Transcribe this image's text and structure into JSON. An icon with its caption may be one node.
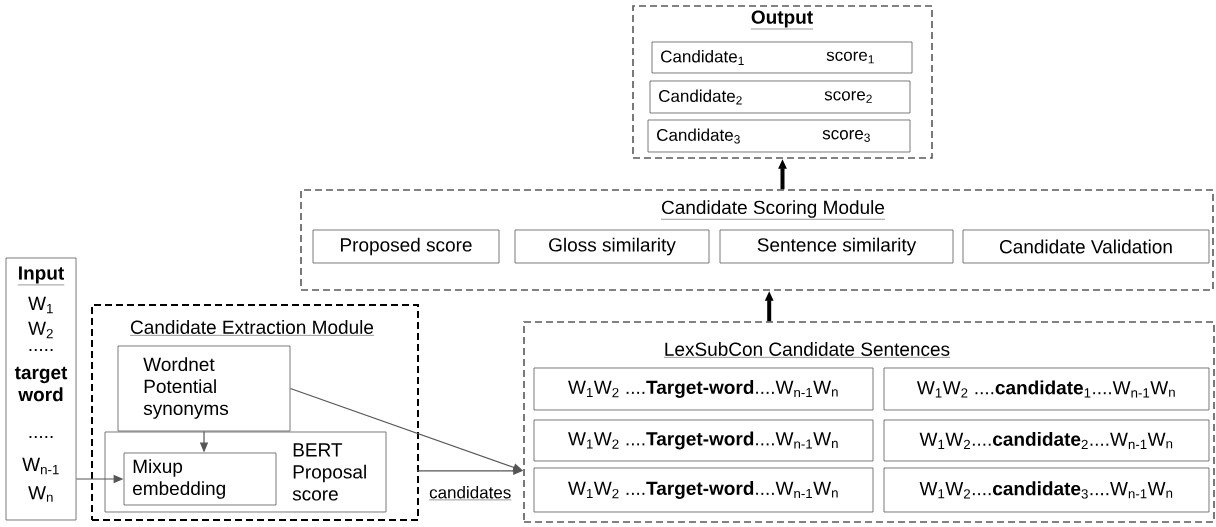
{
  "diagram": {
    "nodes": [
      {
        "text": [
          "Input",
          "W$_{1}$",
          "W$_{2}$",
          ".....",
          "target word",
          ".....",
          "W$_{n-1}$",
          "W$_{n}$"
        ]
      },
      {
        "text": [
          "Candidate Extraction Module"
        ]
      },
      {
        "text": [
          "Wordnet Potential synonyms"
        ],
        "in": 1
      },
      {
        "text": [
          "BERT Proposal score"
        ],
        "in": 1
      },
      {
        "text": [
          "Mixup embedding"
        ],
        "in": 3
      },
      {
        "text": [
          "LexSubCon  Candidate  Sentences"
        ]
      },
      {
        "text": [
          "W$_{1}$W$_{2}$ ....**Target-word**....W$_{n-1}$W$_{n}$"
        ],
        "in": 5
      },
      {
        "text": [
          "W$_{1}$W$_{2}$ ....**candidate**$_{1}$....W$_{n-1}$W$_{n}$"
        ],
        "in": 5
      },
      {
        "text": [
          "W$_{1}$W$_{2}$ ....**Target-word**....W$_{n-1}$W$_{n}$"
        ],
        "in": 5
      },
      {
        "text": [
          "W$_{1}$W$_{2}$....**candidate**$_{2}$....W$_{n-1}$W$_{n}$"
        ],
        "in": 5
      },
      {
        "text": [
          "W$_{1}$W$_{2}$ ....**Target-word**....W$_{n-1}$W$_{n}$"
        ],
        "in": 5
      },
      {
        "text": [
          "W$_{1}$W$_{2}$....**candidate**$_{3}$....W$_{n-1}$W$_{n}$"
        ],
        "in": 5
      },
      {
        "text": [
          "Candidate Scoring Module"
        ]
      },
      {
        "text": [
          "Proposed score"
        ],
        "in": 12
      },
      {
        "text": [
          "Gloss similarity"
        ],
        "in": 12
      },
      {
        "text": [
          "Sentence similarity"
        ],
        "in": 12
      },
      {
        "text": [
          "Candidate Validation"
        ],
        "in": 12
      },
      {
        "text": [
          "Output"
        ]
      },
      {
        "text": [
          "Candidate$_{1}$",
          "score$_{1}$"
        ],
        "in": 17
      },
      {
        "text": [
          "Candidate$_{2}$",
          "score$_{2}$"
        ],
        "in": 17
      },
      {
        "text": [
          "Candidate$_{3}$",
          "score$_{3}$"
        ],
        "in": 17
      }
    ],
    "edges": [
      {
        "from": 0,
        "to": 4,
        "arrow": "to"
      },
      {
        "from": 2,
        "to": 4,
        "arrow": "to"
      },
      {
        "from": 2,
        "to": 5,
        "arrow": "to"
      },
      {
        "from": 1,
        "to": 5,
        "arrow": "to",
        "label": "candidates"
      },
      {
        "from": 5,
        "to": 12,
        "arrow": "to",
        "style": "thick",
        "color": "#000000"
      },
      {
        "from": 12,
        "to": 17,
        "arrow": "to",
        "style": "thick",
        "color": "#000000"
      }
    ]
  }
}
